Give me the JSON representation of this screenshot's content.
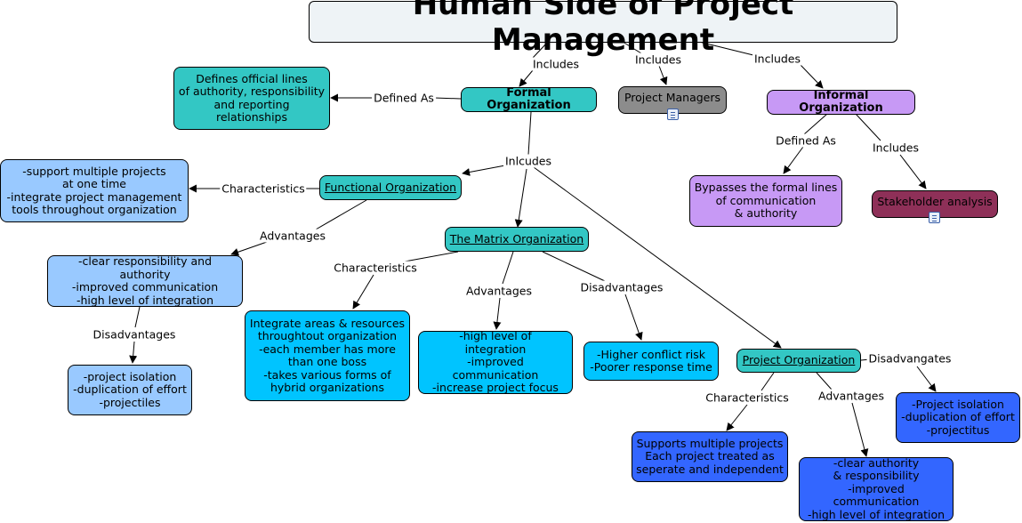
{
  "title": "Human Side of Project Management",
  "nodes": {
    "defines_lines": "Defines official lines\nof authority, responsibility\nand reporting\nrelationships",
    "formal_org": "Formal Organization",
    "project_managers": "Project Managers",
    "informal_org": "Informal Organization",
    "bypasses": "Bypasses the formal lines\nof communication\n& authority",
    "stakeholder": "Stakeholder analysis",
    "functional_chars": "-support multiple projects\nat one time\n-integrate project management\ntools throughout organization",
    "functional_org": "Functional Organization",
    "matrix_org": "The Matrix Organization",
    "functional_adv": "-clear responsibility and authority\n-improved communication\n-high level of integration",
    "matrix_chars": "Integrate areas & resources\nthroughtout organization\n-each member has more\nthan one boss\n-takes various forms of\nhybrid organizations",
    "matrix_adv": "-high level of\nintegration\n-improved communication\n-increase project focus",
    "matrix_dis": "-Higher conflict risk\n-Poorer response time",
    "functional_dis": "-project isolation\n-duplication of effort\n-projectiles",
    "project_org": "Project Organization",
    "project_dis": "-Project isolation\n-duplication of effort\n-projectitus",
    "project_chars": "Supports multiple projects\nEach project treated as\nseperate and independent",
    "project_adv": "-clear authority\n& responsibility\n-improved communication\n-high level of integration"
  },
  "labels": {
    "includes_formal": "Includes",
    "includes_pm": "Includes",
    "includes_informal": "Includes",
    "defined_as_formal": "Defined As",
    "inlcudes": "Inlcudes",
    "defined_as_informal": "Defined As",
    "includes_stakeholder": "Includes",
    "characteristics_functional": "Characteristics",
    "advantages_functional": "Advantages",
    "characteristics_matrix": "Characteristics",
    "advantages_matrix": "Advantages",
    "disadvantages_matrix": "Disadvantages",
    "disadvantages_functional": "Disadvantages",
    "characteristics_project": "Characteristics",
    "advantages_project": "Advantages",
    "disadvangates_project": "Disadvangates"
  },
  "icons": [
    "document-icon",
    "document-icon"
  ],
  "colors": {
    "teal": "#33c7c4",
    "gray": "#8c8c8c",
    "lavender": "#c799f5",
    "maroon": "#8e3058",
    "light_blue": "#99c9ff",
    "cyan": "#00c4ff",
    "royal_blue": "#3366ff",
    "title_bg": "#eef3f6"
  }
}
